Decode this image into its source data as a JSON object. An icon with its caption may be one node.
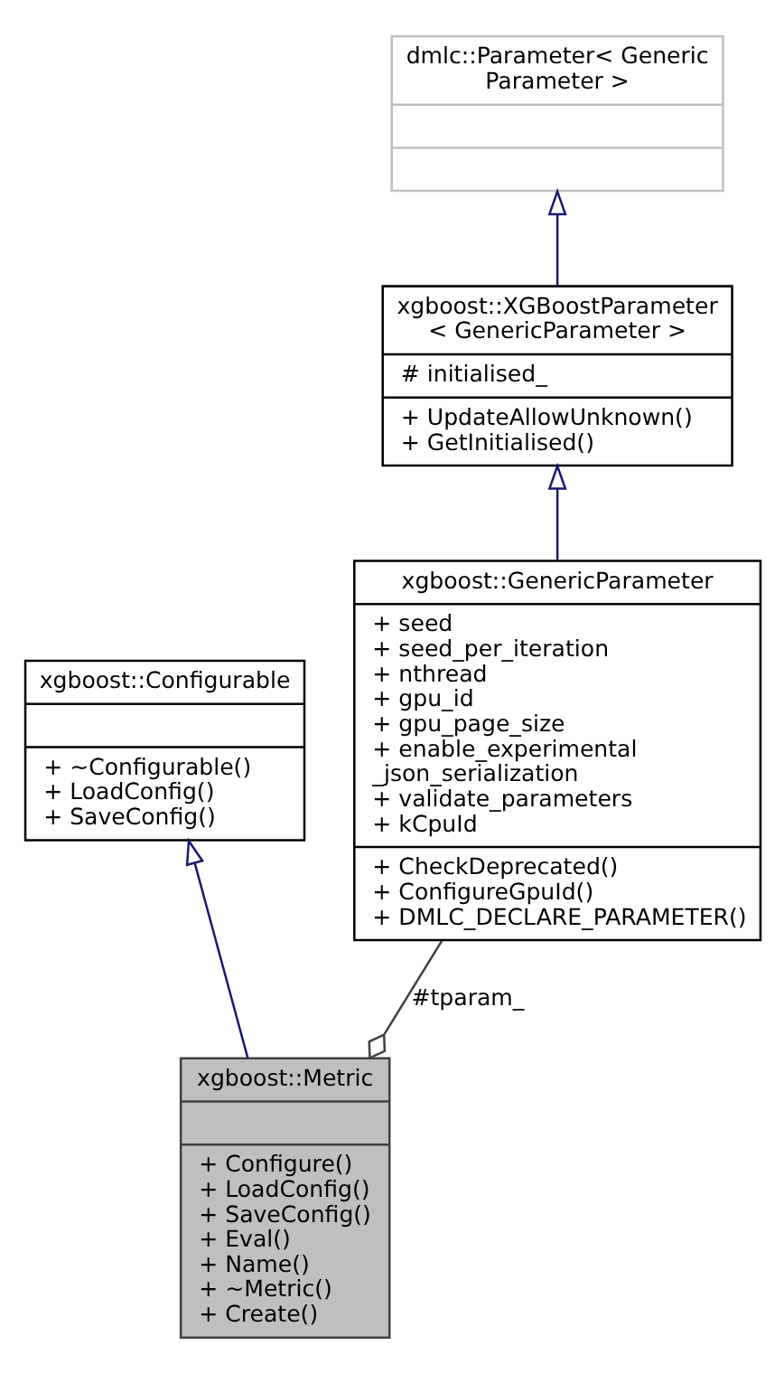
{
  "diagram": {
    "nodes": [
      {
        "text": [
          "dmlc::Parameter< Generic Parameter >"
        ]
      },
      {
        "text": [
          "xgboost::XGBoostParameter < GenericParameter >",
          "# initialised_",
          "+ UpdateAllowUnknown()",
          "+ GetInitialised()"
        ]
      },
      {
        "text": [
          "xgboost::GenericParameter",
          "+ seed",
          "+ seed_per_iteration",
          "+ nthread",
          "+ gpu_id",
          "+ gpu_page_size",
          "+ enable_experimental _json_serialization",
          "+ validate_parameters",
          "+ kCpuId",
          "+ CheckDeprecated()",
          "+ ConfigureGpuId()",
          "+ DMLC_DECLARE_PARAMETER()"
        ]
      },
      {
        "text": [
          "xgboost::Configurable",
          "+ ~Configurable()",
          "+ LoadConfig()",
          "+ SaveConfig()"
        ]
      },
      {
        "text": [
          "xgboost::Metric",
          "+ Configure()",
          "+ LoadConfig()",
          "+ SaveConfig()",
          "+ Eval()",
          "+ Name()",
          "+ ~Metric()",
          "+ Create()"
        ]
      }
    ],
    "edges": [
      {
        "from": 1,
        "to": 0,
        "arrow": "to"
      },
      {
        "from": 2,
        "to": 1,
        "arrow": "to"
      },
      {
        "from": 4,
        "to": 3,
        "arrow": "to"
      },
      {
        "from": 4,
        "to": 2,
        "arrow": "other",
        "label": "#tparam_",
        "color": "#404040"
      }
    ]
  }
}
